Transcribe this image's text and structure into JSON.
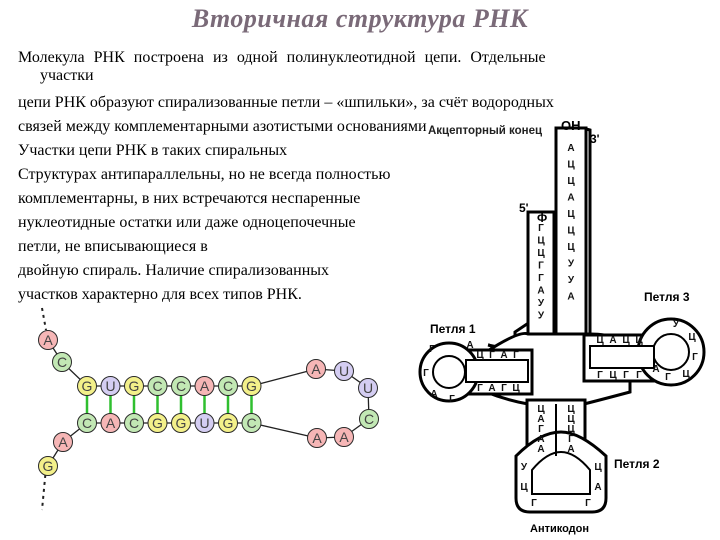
{
  "title": "Вторичная структура РНК",
  "text": {
    "l1": "Молекула РНК построена из одной полинуклеотидной цепи. Отдельные",
    "l2": "участки",
    "l3": "цепи РНК образуют спирализованные петли – «шпильки», за счёт водородных",
    "l4": "связей между комплементарными азотистыми основаниями",
    "l5": "Участки цепи РНК в таких спиральных",
    "l6": "Структурах антипараллельны, но не всегда полностью",
    "l7": "комплементарны, в них встречаются неспаренные",
    "l8": "нуклеотидные остатки или даже одноцепочечные",
    "l9": "петли, не вписывающиеся в",
    "l10": "двойную спираль. Наличие спирализованных",
    "l11": "участков характерно для всех типов РНК."
  },
  "hairpin": {
    "colors": {
      "A": "#f6b6b6",
      "C": "#c2e8b4",
      "G": "#f3f08a",
      "U": "#d4cdf2",
      "stroke": "#2a2a2a",
      "pair": "#2fbf2f"
    },
    "left_tail": [
      "A",
      "C"
    ],
    "top_strand": [
      "G",
      "U",
      "G",
      "C",
      "C",
      "A",
      "C",
      "G"
    ],
    "bottom_strand": [
      "C",
      "A",
      "C",
      "G",
      "G",
      "U",
      "G",
      "C"
    ],
    "loop": [
      "A",
      "U",
      "U",
      "C",
      "A",
      "A"
    ],
    "bottom_tail": [
      "A",
      "G"
    ]
  },
  "trna": {
    "label_acceptor": "Акцепторный конец",
    "oh": "OH",
    "end3": "3'",
    "end5": "5'",
    "phi": "Ф",
    "loop1": "Петля 1",
    "loop2": "Петля 2",
    "loop3": "Петля 3",
    "anticodon": "Антикодон",
    "acc_left": [
      "Г",
      "Ц",
      "Ц",
      "Г",
      "Г",
      "А",
      "У",
      "У"
    ],
    "acc_right": [
      "А",
      "Ц",
      "Ц",
      "А",
      "Ц",
      "Ц",
      "Ц",
      "У",
      "У",
      "А"
    ],
    "loop1_top": [
      "Ц",
      "Г",
      "А",
      "Г"
    ],
    "loop1_bottom": [
      "Г",
      "А",
      "Г",
      "Ц"
    ],
    "loop1_letters": [
      "Г",
      "Г",
      "А",
      "Г",
      "А"
    ],
    "loop3_top": [
      "Ц",
      "А",
      "Ц",
      "Ц"
    ],
    "loop3_bottom": [
      "Г",
      "Ц",
      "Г",
      "Г"
    ],
    "loop3_letters": [
      "У",
      "Ц",
      "Г",
      "Ц",
      "Г",
      "А"
    ],
    "stem2_left": [
      "Ц",
      "А",
      "Г",
      "А",
      "А"
    ],
    "stem2_right": [
      "Ц",
      "Ц",
      "Ц",
      "Г",
      "А"
    ],
    "loop2_letters": [
      "У",
      "Ц",
      "Г",
      "Г",
      "А",
      "Ц"
    ]
  }
}
